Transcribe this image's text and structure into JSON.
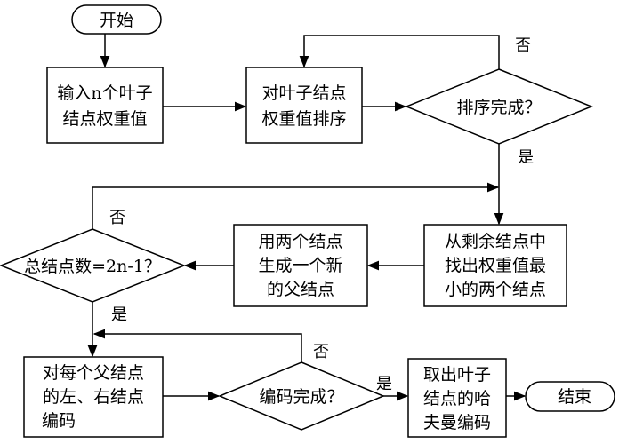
{
  "nodes": {
    "start": {
      "lines": [
        "开始"
      ]
    },
    "input_weights": {
      "lines": [
        "输入n个叶子",
        "结点权重值"
      ]
    },
    "sort_weights": {
      "lines": [
        "对叶子结点",
        "权重值排序"
      ]
    },
    "sort_done": {
      "lines": [
        "排序完成？"
      ]
    },
    "find_min_two": {
      "lines": [
        "从剩余结点中",
        "找出权重值最",
        "小的两个结点"
      ]
    },
    "make_parent": {
      "lines": [
        "用两个结点",
        "生成一个新",
        "的父结点"
      ]
    },
    "node_count_check": {
      "lines": [
        "总结点数=2n-1？"
      ]
    },
    "encode_children": {
      "lines": [
        "对每个父结点",
        "的左、右结点",
        "编码"
      ]
    },
    "encode_done": {
      "lines": [
        "编码完成？"
      ]
    },
    "get_huffman": {
      "lines": [
        "取出叶子",
        "结点的哈",
        "夫曼编码"
      ]
    },
    "end": {
      "lines": [
        "结束"
      ]
    }
  },
  "edge_labels": {
    "sort_no": "否",
    "sort_yes": "是",
    "count_no": "否",
    "count_yes": "是",
    "encode_no": "否",
    "encode_yes": "是"
  }
}
